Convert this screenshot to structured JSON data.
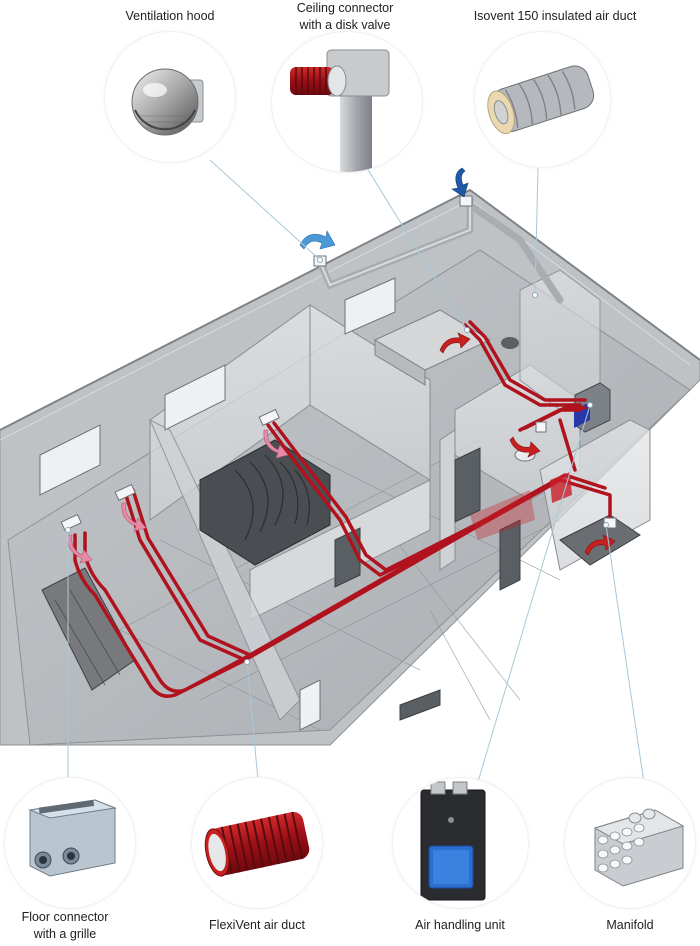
{
  "labels": {
    "ventilation_hood": "Ventilation hood",
    "ceiling_connector_line1": "Ceiling connector",
    "ceiling_connector_line2": "with a disk valve",
    "isovent_duct": "Isovent 150 insulated air duct",
    "floor_connector_line1": "Floor connector",
    "floor_connector_line2": "with a grille",
    "flexivent_duct": "FlexiVent air duct",
    "air_handling_unit": "Air handling unit",
    "manifold": "Manifold"
  },
  "colors": {
    "duct_red": "#b0121e",
    "supply_arrow_pink": "#e88aa6",
    "extract_arrow_red": "#c8201e",
    "outdoor_arrow_blue": "#1e5aa8",
    "intake_arrow_lightblue": "#4a9ad8",
    "building_gray": "#9ea3a8",
    "leader_line": "#a8c8d8"
  }
}
